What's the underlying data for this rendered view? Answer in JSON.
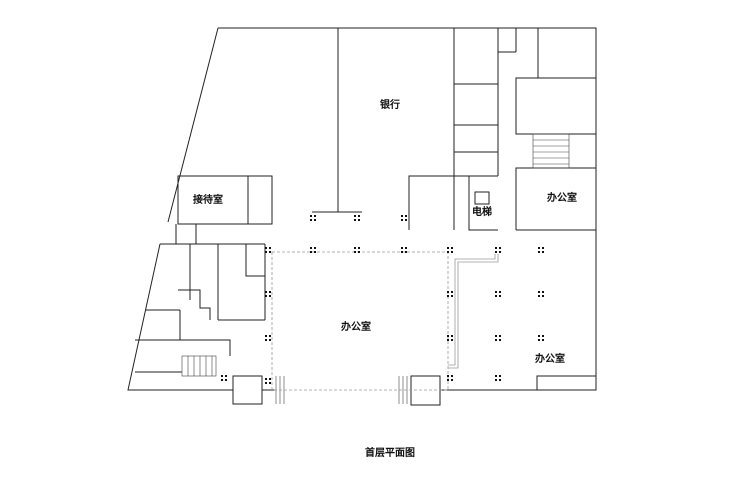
{
  "rooms": {
    "bank": "银行",
    "reception": "接待室",
    "elevator": "电梯",
    "office_east": "办公室",
    "office_center": "办公室",
    "office_southeast": "办公室"
  },
  "caption": "首层平面图",
  "colors": {
    "line": "#222222",
    "dashed": "#9a9a9a",
    "column": "#111111",
    "background": "#ffffff"
  }
}
